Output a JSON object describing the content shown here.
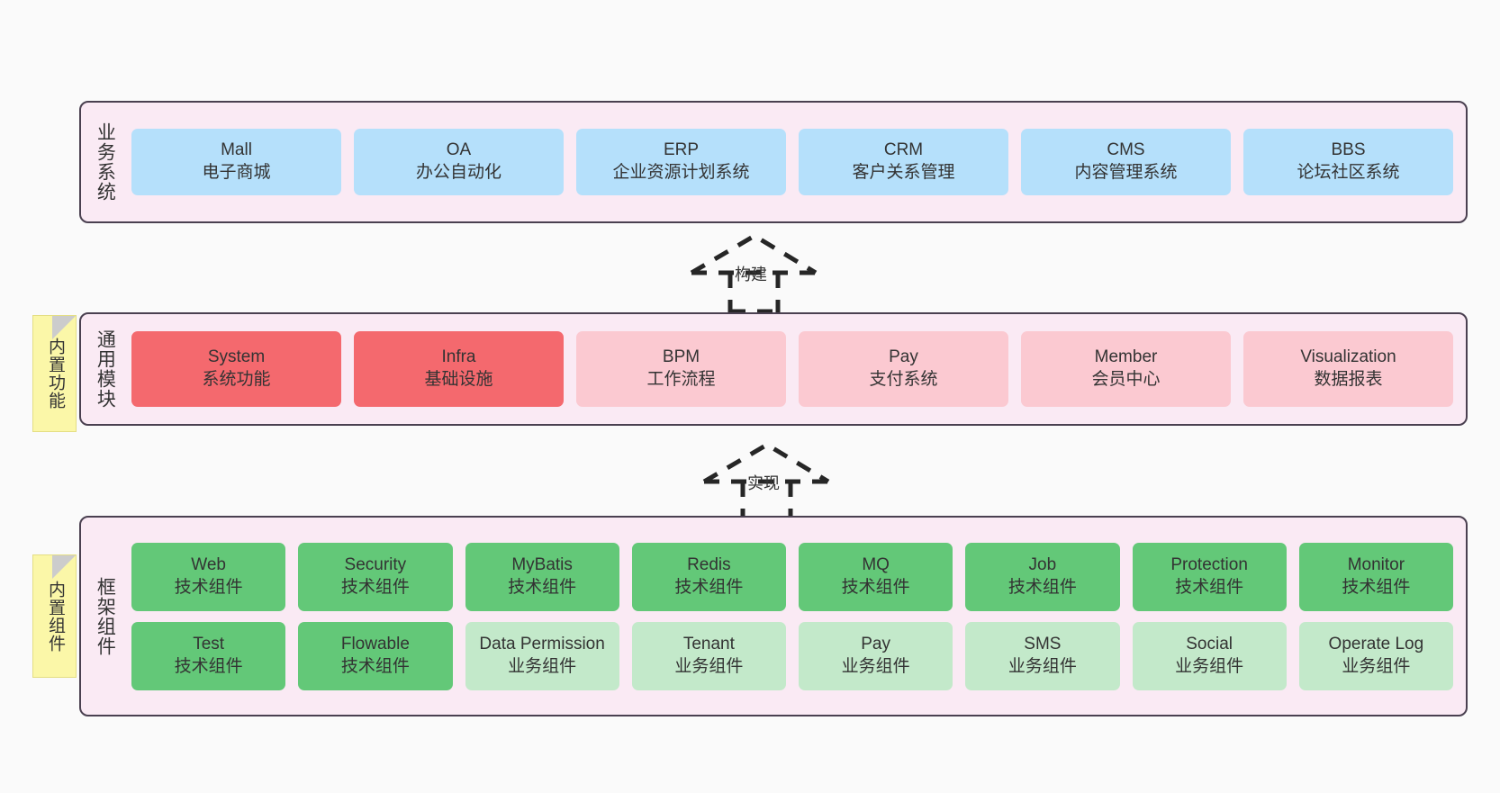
{
  "diagram": {
    "title": "",
    "colors": {
      "canvas_bg": "#fafafa",
      "layer_bg": "#faeaf4",
      "layer_border": "#4a4050",
      "business_cell": "#b5e0fb",
      "module_core_cell": "#f4696e",
      "module_cell": "#fbc9d1",
      "framework_tech_cell": "#63c878",
      "framework_biz_cell": "#c3e9ca",
      "note_bg": "#fbf7a8",
      "note_fold": "#cccccc"
    }
  },
  "layers": [
    {
      "id": "business",
      "label": "业务系统",
      "rows": [
        {
          "cells": [
            {
              "en": "Mall",
              "cn": "电子商城",
              "style": "blue"
            },
            {
              "en": "OA",
              "cn": "办公自动化",
              "style": "blue"
            },
            {
              "en": "ERP",
              "cn": "企业资源计划系统",
              "style": "blue"
            },
            {
              "en": "CRM",
              "cn": "客户关系管理",
              "style": "blue"
            },
            {
              "en": "CMS",
              "cn": "内容管理系统",
              "style": "blue"
            },
            {
              "en": "BBS",
              "cn": "论坛社区系统",
              "style": "blue"
            }
          ]
        }
      ]
    },
    {
      "id": "modules",
      "label": "通用模块",
      "rows": [
        {
          "cells": [
            {
              "en": "System",
              "cn": "系统功能",
              "style": "red"
            },
            {
              "en": "Infra",
              "cn": "基础设施",
              "style": "red"
            },
            {
              "en": "BPM",
              "cn": "工作流程",
              "style": "pink"
            },
            {
              "en": "Pay",
              "cn": "支付系统",
              "style": "pink"
            },
            {
              "en": "Member",
              "cn": "会员中心",
              "style": "pink"
            },
            {
              "en": "Visualization",
              "cn": "数据报表",
              "style": "pink"
            }
          ]
        }
      ]
    },
    {
      "id": "framework",
      "label": "框架组件",
      "rows": [
        {
          "cells": [
            {
              "en": "Web",
              "cn": "技术组件",
              "style": "green"
            },
            {
              "en": "Security",
              "cn": "技术组件",
              "style": "green"
            },
            {
              "en": "MyBatis",
              "cn": "技术组件",
              "style": "green"
            },
            {
              "en": "Redis",
              "cn": "技术组件",
              "style": "green"
            },
            {
              "en": "MQ",
              "cn": "技术组件",
              "style": "green"
            },
            {
              "en": "Job",
              "cn": "技术组件",
              "style": "green"
            },
            {
              "en": "Protection",
              "cn": "技术组件",
              "style": "green"
            },
            {
              "en": "Monitor",
              "cn": "技术组件",
              "style": "green"
            }
          ]
        },
        {
          "cells": [
            {
              "en": "Test",
              "cn": "技术组件",
              "style": "green"
            },
            {
              "en": "Flowable",
              "cn": "技术组件",
              "style": "green"
            },
            {
              "en": "Data Permission",
              "cn": "业务组件",
              "style": "greenlite"
            },
            {
              "en": "Tenant",
              "cn": "业务组件",
              "style": "greenlite"
            },
            {
              "en": "Pay",
              "cn": "业务组件",
              "style": "greenlite"
            },
            {
              "en": "SMS",
              "cn": "业务组件",
              "style": "greenlite"
            },
            {
              "en": "Social",
              "cn": "业务组件",
              "style": "greenlite"
            },
            {
              "en": "Operate Log",
              "cn": "业务组件",
              "style": "greenlite"
            }
          ]
        }
      ]
    }
  ],
  "notes": [
    {
      "id": "builtin-features",
      "label": "内置功能"
    },
    {
      "id": "builtin-components",
      "label": "内置组件"
    }
  ],
  "connectors": [
    {
      "id": "build",
      "label": "构建"
    },
    {
      "id": "implement",
      "label": "实现"
    }
  ]
}
